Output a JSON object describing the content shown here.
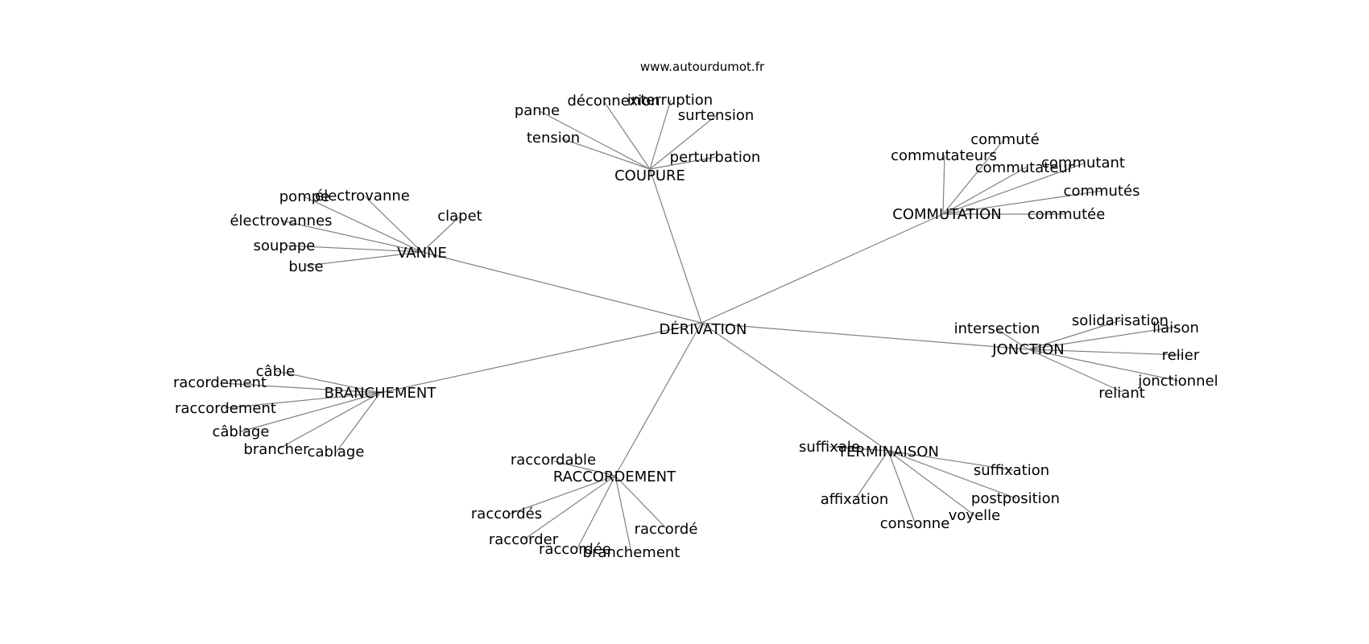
{
  "watermark": "www.autourdumot.fr",
  "colors": {
    "edge": "#808080",
    "text": "#000000",
    "background": "#ffffff"
  },
  "graph": {
    "root": "DÉRIVATION",
    "hubs": [
      {
        "label": "COUPURE",
        "leaves": [
          "tension",
          "panne",
          "déconnexion",
          "interruption",
          "surtension",
          "perturbation"
        ]
      },
      {
        "label": "VANNE",
        "leaves": [
          "pompe",
          "électrovanne",
          "électrovannes",
          "soupape",
          "buse",
          "clapet"
        ]
      },
      {
        "label": "COMMUTATION",
        "leaves": [
          "commutateurs",
          "commuté",
          "commutateur",
          "commutant",
          "commutés",
          "commutée"
        ]
      },
      {
        "label": "JONCTION",
        "leaves": [
          "intersection",
          "solidarisation",
          "liaison",
          "relier",
          "jonctionnel",
          "reliant"
        ]
      },
      {
        "label": "BRANCHEMENT",
        "leaves": [
          "câble",
          "racordement",
          "raccordement",
          "câblage",
          "brancher",
          "cablage"
        ]
      },
      {
        "label": "RACCORDEMENT",
        "leaves": [
          "raccordable",
          "raccordés",
          "raccorder",
          "raccordée",
          "branchement",
          "raccordé"
        ]
      },
      {
        "label": "TERMINAISON",
        "leaves": [
          "suffixale",
          "affixation",
          "consonne",
          "voyelle",
          "postposition",
          "suffixation"
        ]
      }
    ]
  }
}
